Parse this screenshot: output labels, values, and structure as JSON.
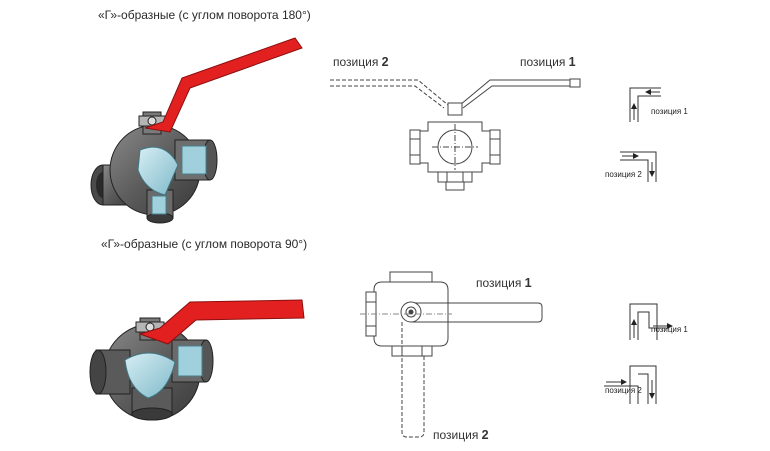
{
  "section_top": {
    "title": "«Г»-образные (с углом поворота 180°)",
    "label_pos2_word": "позиция",
    "label_pos2_num": "2",
    "label_pos1_word": "позиция",
    "label_pos1_num": "1",
    "schema_pos1": "позиция 1",
    "schema_pos2": "позиция 2"
  },
  "section_bottom": {
    "title": "«Г»-образные (с углом поворота 90°)",
    "label_pos1_word": "позиция",
    "label_pos1_num": "1",
    "label_pos2_word": "позиция",
    "label_pos2_num": "2",
    "schema_pos1": "позиция 1",
    "schema_pos2": "позиция 2"
  },
  "colors": {
    "handle_red": "#e32020",
    "body_gray": "#6a6a6a",
    "body_dark": "#3b3b3b",
    "ball_blue": "#9ed3e0",
    "line": "#444444"
  }
}
